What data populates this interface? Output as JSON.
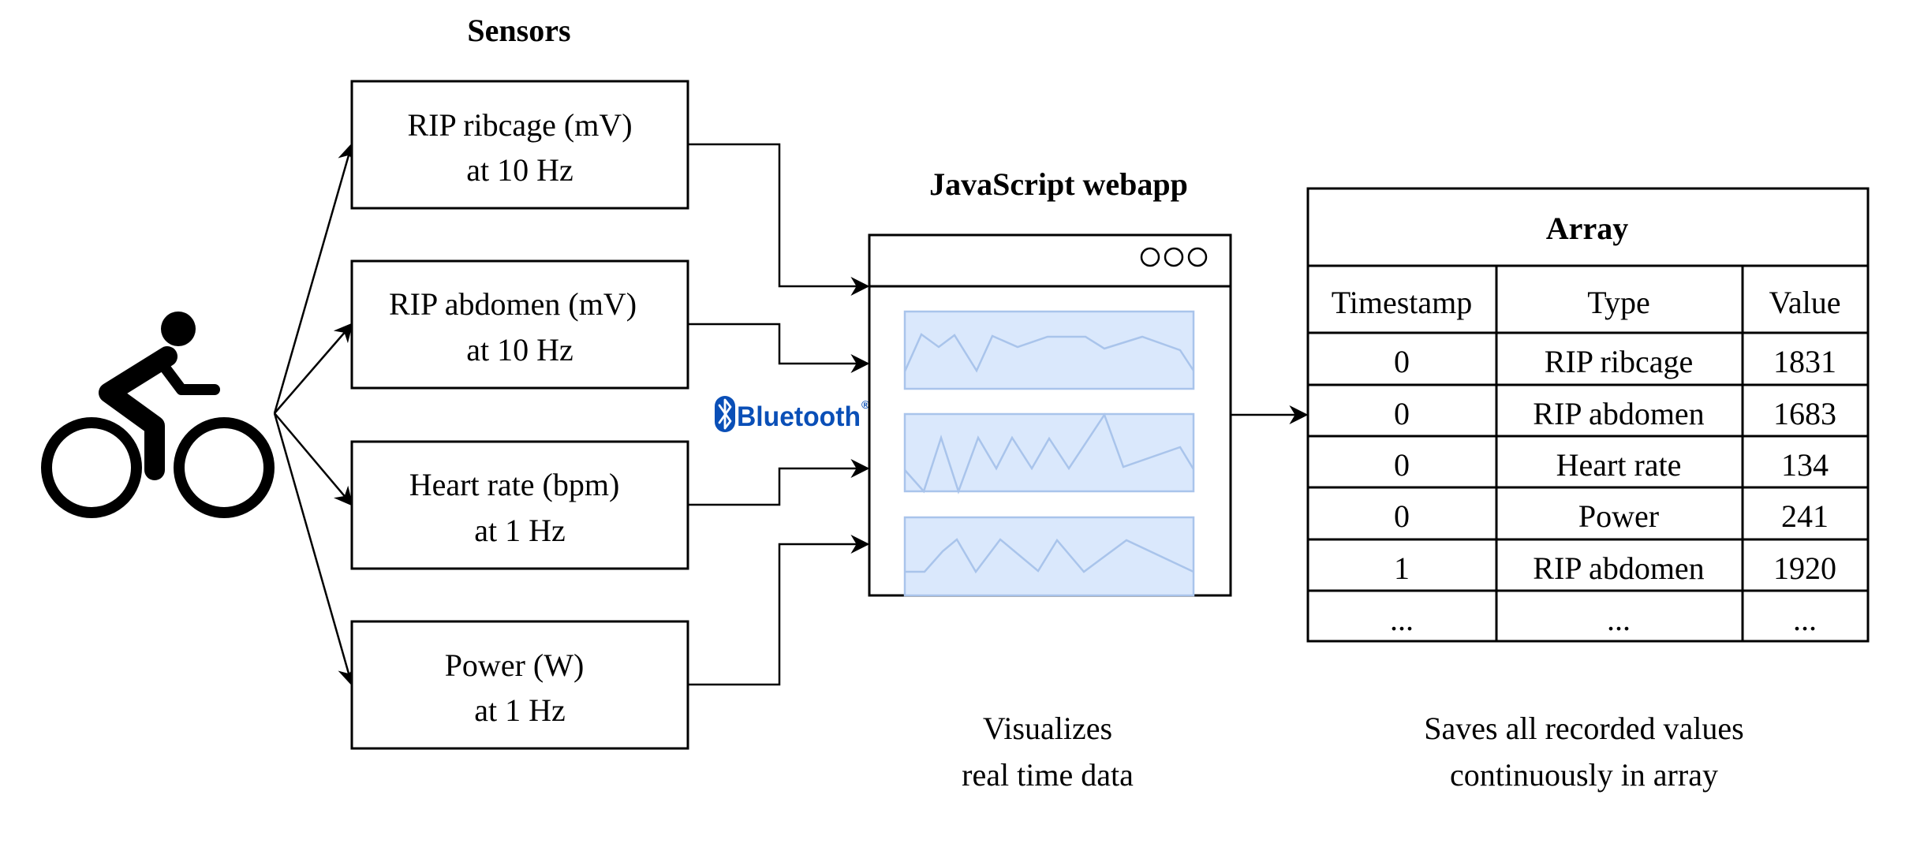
{
  "sensors": {
    "heading": "Sensors",
    "items": [
      {
        "line1": "RIP ribcage (mV)",
        "line2": "at 10 Hz"
      },
      {
        "line1": "RIP abdomen (mV)",
        "line2": "at 10 Hz"
      },
      {
        "line1": "Heart rate (bpm)",
        "line2": "at 1 Hz"
      },
      {
        "line1": "Power (W)",
        "line2": "at 1 Hz"
      }
    ]
  },
  "transport": {
    "label": "Bluetooth",
    "registered_mark": "®",
    "icon": "bluetooth-icon"
  },
  "webapp": {
    "title": "JavaScript webapp",
    "window_controls": "ooo",
    "caption_line1": "Visualizes",
    "caption_line2": "real time data"
  },
  "array": {
    "title": "Array",
    "columns": [
      "Timestamp",
      "Type",
      "Value"
    ],
    "rows": [
      [
        "0",
        "RIP ribcage",
        "1831"
      ],
      [
        "0",
        "RIP abdomen",
        "1683"
      ],
      [
        "0",
        "Heart rate",
        "134"
      ],
      [
        "0",
        "Power",
        "241"
      ],
      [
        "1",
        "RIP abdomen",
        "1920"
      ],
      [
        "...",
        "...",
        "..."
      ]
    ],
    "caption_line1": "Saves all recorded values",
    "caption_line2": "continuously in array"
  },
  "icons": {
    "rider": "cyclist-icon"
  },
  "colors": {
    "panel_fill": "#dae8fc",
    "panel_stroke": "#a9c4eb",
    "bluetooth_blue": "#0a4fb7"
  }
}
